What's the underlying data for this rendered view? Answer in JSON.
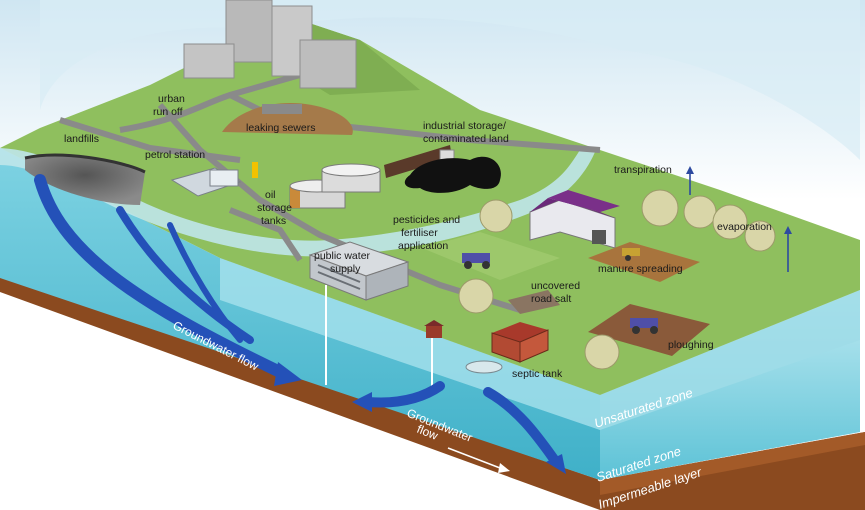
{
  "labels": {
    "landfills": "landfills",
    "urban_run_off_1": "urban",
    "urban_run_off_2": "run off",
    "leaking_sewers": "leaking sewers",
    "petrol_station": "petrol station",
    "oil_storage_1": "oil",
    "oil_storage_2": "storage",
    "oil_storage_3": "tanks",
    "industrial_1": "industrial storage/",
    "industrial_2": "contaminated land",
    "transpiration": "transpiration",
    "evaporation": "evaporation",
    "pesticides_1": "pesticides and",
    "pesticides_2": "fertiliser",
    "pesticides_3": "application",
    "public_water_1": "public water",
    "public_water_2": "supply",
    "manure_spreading": "manure spreading",
    "uncovered_1": "uncovered",
    "uncovered_2": "road salt",
    "ploughing": "ploughing",
    "septic_tank": "septic tank",
    "groundwater_flow_left": "Groundwater flow",
    "groundwater_flow_mid_1": "Groundwater",
    "groundwater_flow_mid_2": "flow",
    "unsaturated_zone": "Unsaturated zone",
    "saturated_zone": "Saturated zone",
    "impermeable_layer": "Impermeable layer"
  },
  "colors": {
    "grass": "#8fbf5e",
    "road": "#9a9a9a",
    "water_light": "#8fd8e6",
    "water_deep": "#4fb7cf",
    "flow_arrow": "#2451b8",
    "impermeable": "#8b4a1f",
    "oil_spill": "#111111"
  }
}
